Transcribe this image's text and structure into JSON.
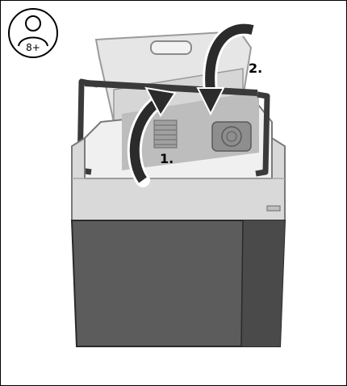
{
  "age_badge": {
    "text": "8+",
    "icon": "person-icon"
  },
  "steps": [
    {
      "label": "1.",
      "direction": "open-lid"
    },
    {
      "label": "2.",
      "direction": "close-lid"
    }
  ],
  "colors": {
    "lid": "#e6e6e6",
    "rim": "#d9d9d9",
    "body": "#5c5c5c",
    "body_dark": "#4a4a4a",
    "handle": "#3a3a3a",
    "arrow": "#2b2b2b",
    "outline": "#000000"
  }
}
